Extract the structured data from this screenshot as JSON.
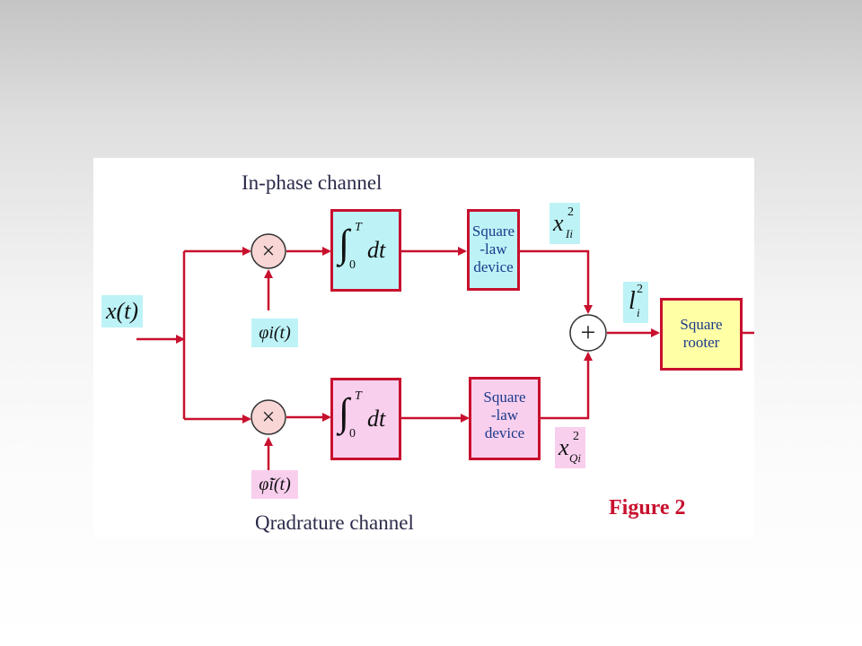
{
  "diagram": {
    "title_inphase": "In-phase channel",
    "title_quadrature": "Qradrature channel",
    "figure_label": "Figure 2",
    "input_label": "x(t)",
    "ref_inphase": "φi(t)",
    "ref_quadrature": "φ̃i(t)",
    "multiplier_symbol": "×",
    "adder_symbol": "+",
    "integrator_top": {
      "sym": "∫",
      "upper": "T",
      "lower": "0",
      "body": "dt"
    },
    "integrator_bottom": {
      "sym": "∫",
      "upper": "T",
      "lower": "0",
      "body": "dt"
    },
    "squarelaw_top": [
      "Square",
      "-law",
      "device"
    ],
    "squarelaw_bottom": [
      "Square",
      "-law",
      "device"
    ],
    "square_rooter": [
      "Square",
      "rooter"
    ],
    "out_inphase": {
      "base": "x",
      "sup": "2",
      "sub": "Ii"
    },
    "out_quadrature": {
      "base": "x",
      "sup": "2",
      "sub": "Qi"
    },
    "sum_label": {
      "base": "l",
      "sup": "2",
      "sub": "i"
    },
    "colors": {
      "line": "#c8102e",
      "cyan_fill": "#bdf3f7",
      "pink_fill": "#f9cfee",
      "yellow_fill": "#ffffa6",
      "label_bg_cyan": "#bdf3f7",
      "label_bg_pink": "#f9cfee",
      "figure_label": "#c8102e"
    }
  }
}
